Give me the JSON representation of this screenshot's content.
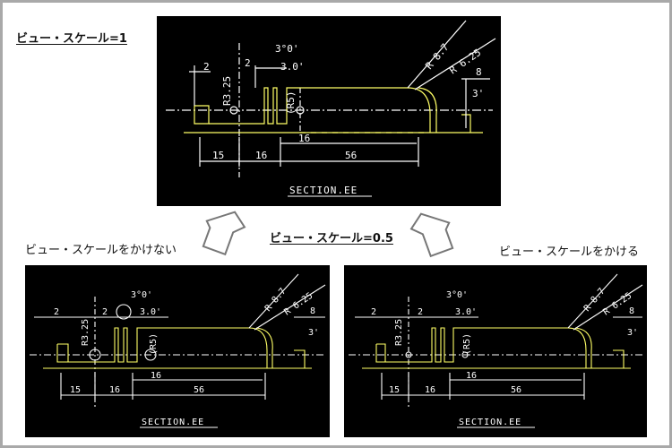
{
  "labels": {
    "top": "ビュー・スケール=1",
    "middle": "ビュー・スケール=0.5",
    "left": "ビュー・スケールをかけない",
    "right": "ビュー・スケールをかける"
  },
  "drawing": {
    "section": "SECTION.EE",
    "dims": {
      "d15": "15",
      "d16a": "16",
      "d56": "56",
      "d16b": "16",
      "d2a": "2",
      "d2b": "2",
      "d3a": "3°0'",
      "d3b": "3.0'",
      "r325": "R3.25",
      "r5": "(R5)",
      "r87": "R 8.7",
      "r625": "R 6.25",
      "d8": "8",
      "d3c": "3'"
    }
  },
  "colors": {
    "panel_bg": "#000000",
    "outline": "#ffff66",
    "dimension": "#ffffff",
    "border": "#a9a9a9",
    "arrow": "#777777"
  }
}
